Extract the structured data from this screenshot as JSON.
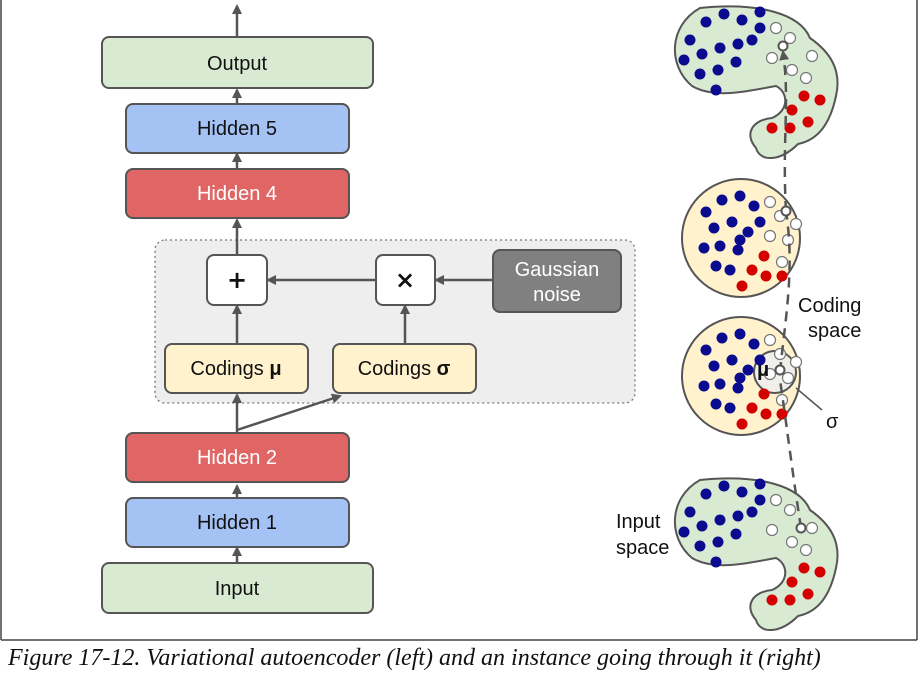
{
  "nodes": {
    "output": "Output",
    "hidden5": "Hidden 5",
    "hidden4": "Hidden 4",
    "plus": "+",
    "times": "×",
    "gaussian_line1": "Gaussian",
    "gaussian_line2": "noise",
    "codings_mu_text": "Codings ",
    "codings_mu_sym": "μ",
    "codings_sigma_text": "Codings ",
    "codings_sigma_sym": "σ",
    "hidden2": "Hidden 2",
    "hidden1": "Hidden 1",
    "input": "Input"
  },
  "right": {
    "coding_space_line1": "Coding",
    "coding_space_line2": "space",
    "mu": "μ",
    "sigma": "σ",
    "input_space_line1": "Input",
    "input_space_line2": "space"
  },
  "colors": {
    "green": "#d9ead3",
    "blue": "#a4c2f4",
    "red": "#e06666",
    "yellow": "#fff2cc",
    "gray_box": "#808080",
    "panel": "#eeeeee",
    "dot_blue": "#0b0b8f",
    "dot_red": "#d40000"
  },
  "caption": "Figure 17-12. Variational autoencoder (left) and an instance going through it (right)"
}
